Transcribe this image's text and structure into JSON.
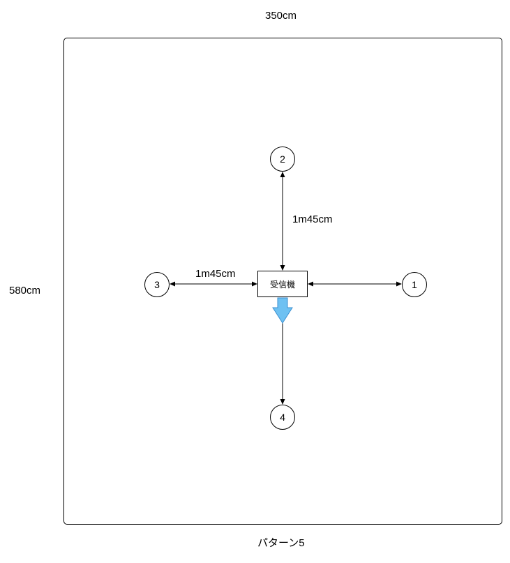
{
  "labels": {
    "width": "350cm",
    "height": "580cm",
    "caption": "パターン5",
    "distance_vertical": "1m45cm",
    "distance_horizontal": "1m45cm"
  },
  "receiver": {
    "label": "受信機"
  },
  "nodes": [
    {
      "id": "1",
      "label": "1"
    },
    {
      "id": "2",
      "label": "2"
    },
    {
      "id": "3",
      "label": "3"
    },
    {
      "id": "4",
      "label": "4"
    }
  ],
  "colors": {
    "direction_arrow_fill": "#6ec1f2",
    "direction_arrow_stroke": "#3b8fd0",
    "line": "#000000"
  }
}
